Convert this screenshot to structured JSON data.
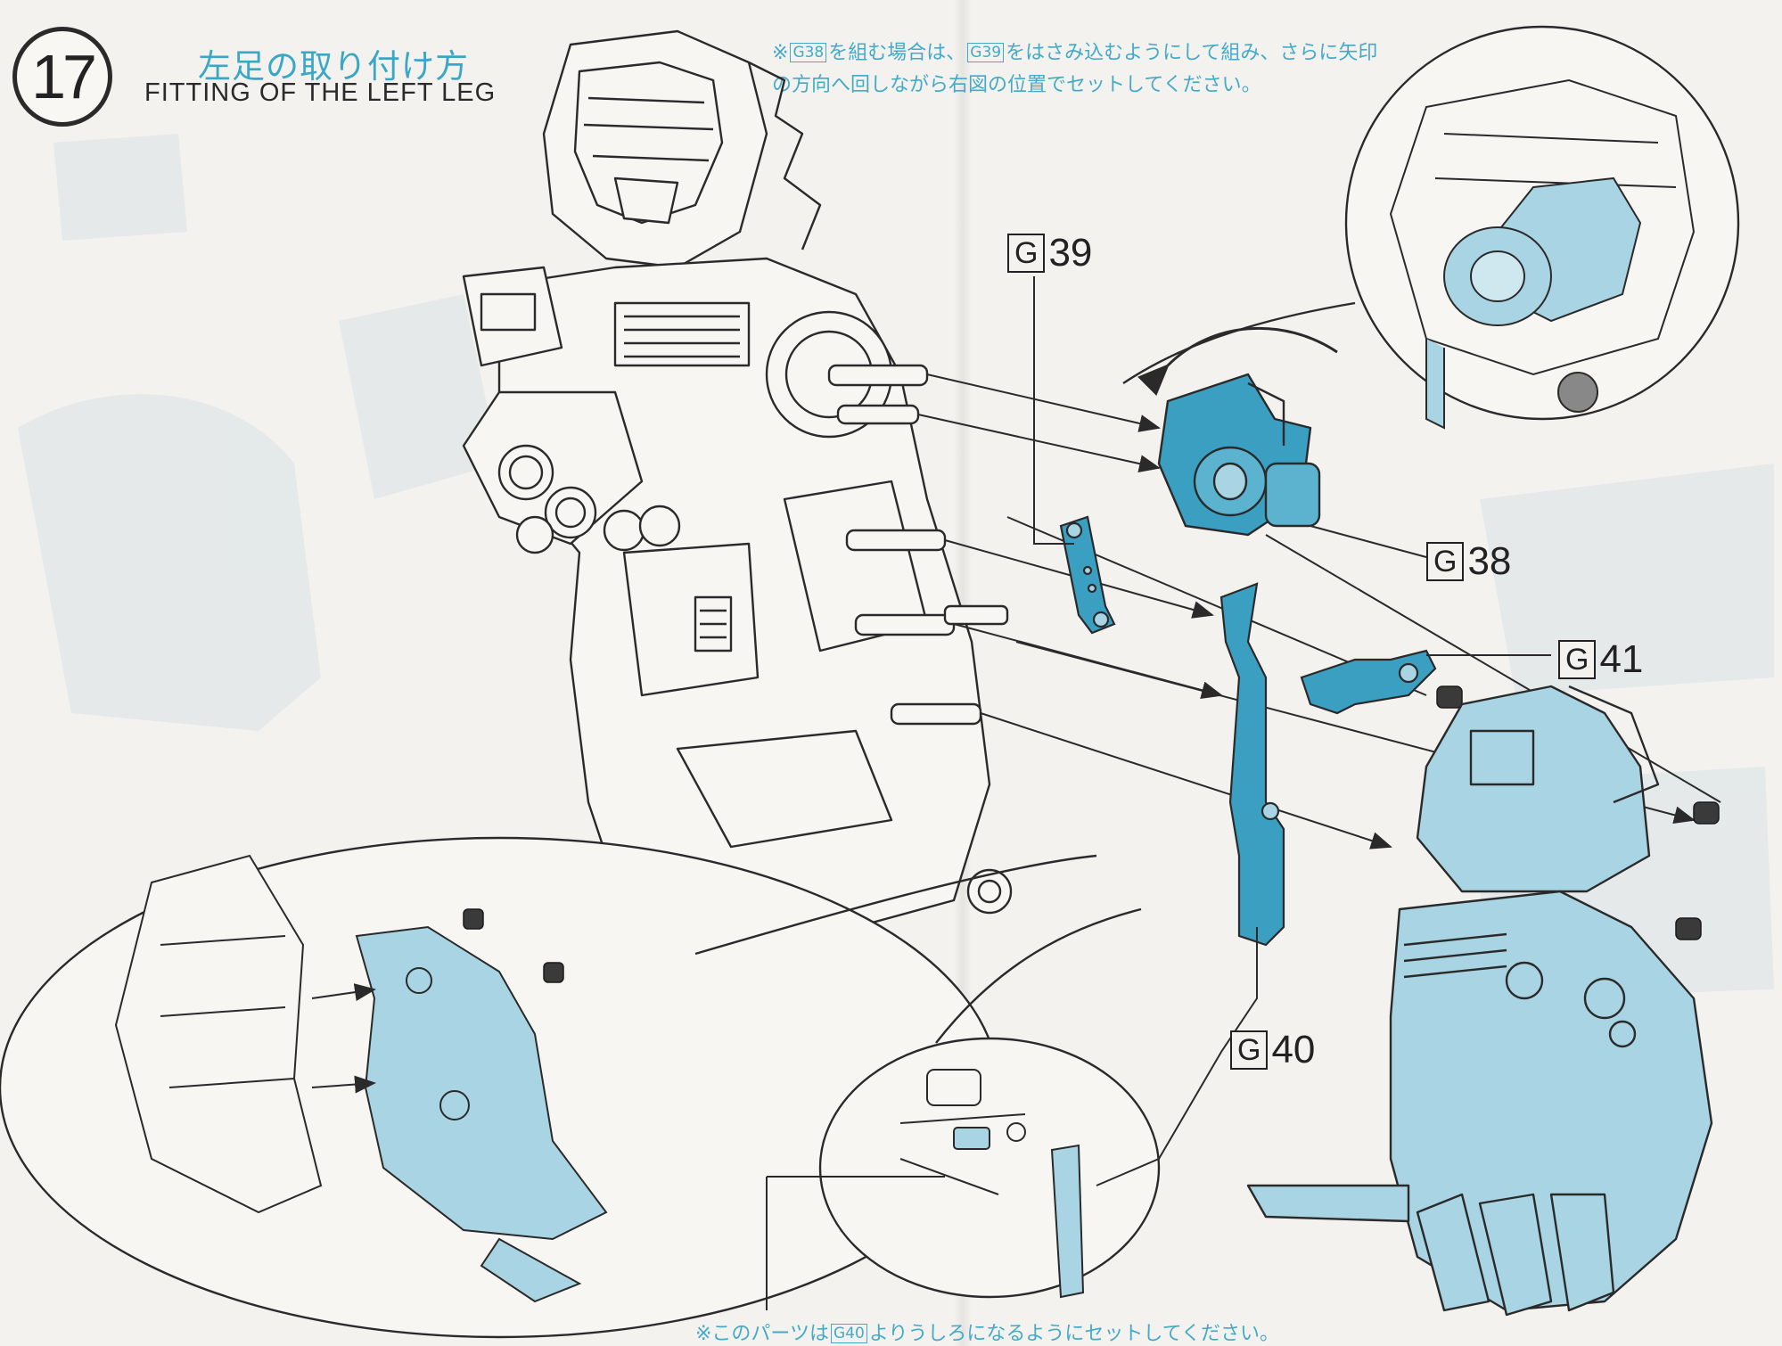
{
  "step": {
    "number": "17",
    "title_jp": "左足の取り付け方",
    "title_en": "FITTING OF THE LEFT LEG"
  },
  "notes": {
    "top_prefix": "※",
    "top_ref1": "G38",
    "top_part1": "を組む場合は、",
    "top_ref2": "G39",
    "top_part2": "をはさみ込むようにして組み、さらに矢印の方向へ回しながら右図の位置でセットしてください。",
    "bottom_prefix": "※このパーツは",
    "bottom_ref": "G40",
    "bottom_part": "よりうしろになるようにセットしてください。"
  },
  "parts": [
    {
      "id": "g39",
      "letter": "G",
      "number": "39"
    },
    {
      "id": "g38",
      "letter": "G",
      "number": "38"
    },
    {
      "id": "g41",
      "letter": "G",
      "number": "41"
    },
    {
      "id": "g40",
      "letter": "G",
      "number": "40"
    }
  ],
  "colors": {
    "part_fill": "#a9d4e3",
    "part_highlight": "#3b9fc2",
    "line": "#2a2a2a",
    "note_text": "#43aac8"
  }
}
